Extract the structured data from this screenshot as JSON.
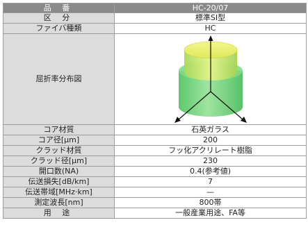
{
  "header": {
    "label": "品 番",
    "value": "HC-20/07"
  },
  "rows_top": [
    {
      "label": "区 分",
      "value": "標準SI型"
    },
    {
      "label": "ファイバ種類",
      "value": "HC"
    }
  ],
  "figure_row": {
    "label": "屈折率分布図",
    "colors": {
      "top_disk": "#e8f36b",
      "core": "#c9ea6a",
      "cladding": "#5ccf6a",
      "arrow": "#111111"
    }
  },
  "rows_bottom": [
    {
      "label": "コア材質",
      "value": "石英ガラス"
    },
    {
      "label": "コア径[μm]",
      "value": "200"
    },
    {
      "label": "クラッド材質",
      "value": "フッ化アクリレート樹脂"
    },
    {
      "label": "クラッド径[μm]",
      "value": "230"
    },
    {
      "label": "開口数(NA)",
      "value": "0.4(参考値)"
    },
    {
      "label": "伝送損失[dB/km]",
      "value": "7"
    },
    {
      "label": "伝送帯域[MHz·km]",
      "value": "—"
    },
    {
      "label": "測定波長[nm]",
      "value": "800帯"
    },
    {
      "label": "用 途",
      "value": "一般産業用途、FA等"
    }
  ],
  "colors": {
    "header_bg": "#8a8a8a",
    "label_bg": "#dcdcdc",
    "border": "#9c9c9c"
  }
}
